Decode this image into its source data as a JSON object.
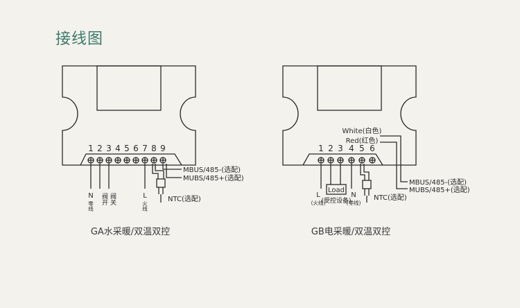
{
  "title": "接线图",
  "diagram_a": {
    "caption": "GA水采暖/双温双控",
    "terminals": [
      "1",
      "2",
      "3",
      "4",
      "5",
      "6",
      "7",
      "8",
      "9"
    ],
    "wire_labels": {
      "n_line": "N",
      "n_note": "零线",
      "valve_open": "阀开",
      "valve_close": "阀关",
      "l_line": "L",
      "l_note": "火线",
      "ntc": "NTC(选配)",
      "mbus_neg": "MBUS/485-(选配)",
      "mbus_pos": "MUBS/485+(选配)"
    }
  },
  "diagram_b": {
    "caption": "GB电采暖/双温双控",
    "terminals": [
      "1",
      "2",
      "3",
      "4",
      "5",
      "6"
    ],
    "wire_labels": {
      "white": "White(白色)",
      "red": "Red(红色)",
      "l_line": "L",
      "l_note": "(火线)",
      "load": "Load",
      "load_note": "(受控设备)",
      "n_line": "N",
      "n_note": "(零线)",
      "ntc": "NTC(选配)",
      "mbus_neg": "MBUS/485-(选配)",
      "mbus_pos": "MUBS/485+(选配)"
    }
  }
}
